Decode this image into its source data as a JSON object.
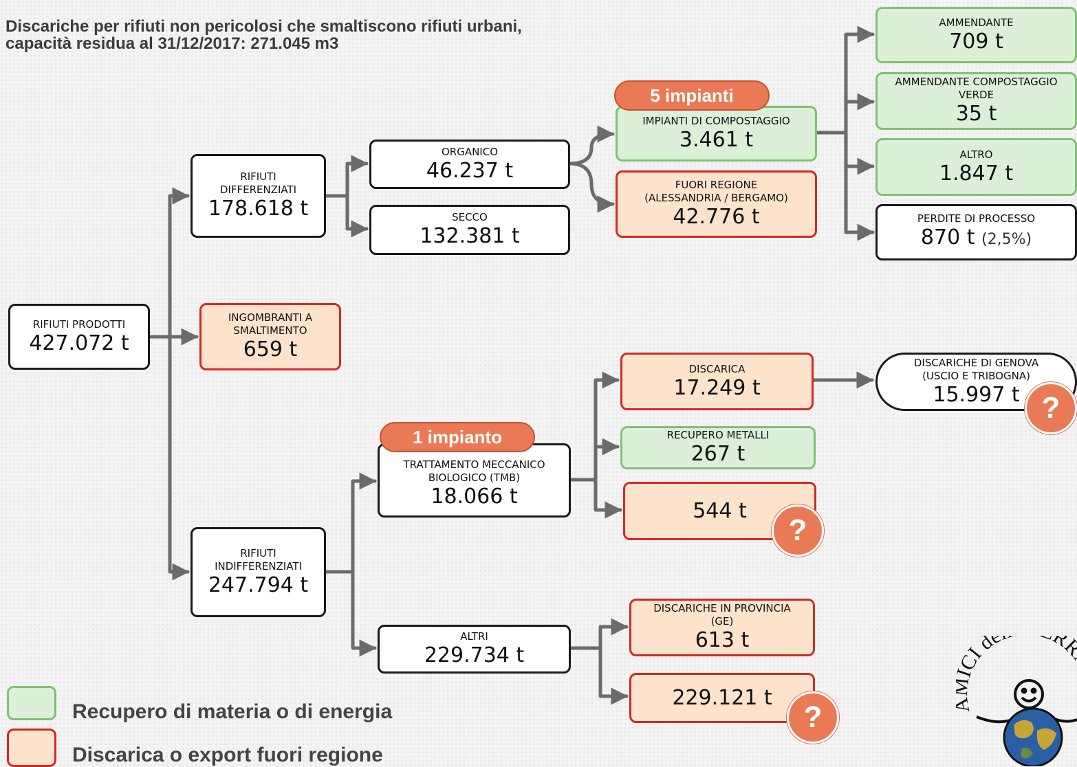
{
  "title": {
    "line1": "Discariche per rifiuti non pericolosi che smaltiscono rifiuti urbani,",
    "line2": "capacità residua al 31/12/2017: 271.045 m3"
  },
  "nodes": {
    "prodotti": {
      "label": "RIFIUTI PRODOTTI",
      "value": "427.072 t"
    },
    "differenziati": {
      "label": "RIFIUTI\nDIFFERENZIATI",
      "value": "178.618 t"
    },
    "ingombranti": {
      "label": "INGOMBRANTI A\nSMALTIMENTO",
      "value": "659 t"
    },
    "indifferenziati": {
      "label": "RIFIUTI\nINDIFFERENZIATI",
      "value": "247.794 t"
    },
    "organico": {
      "label": "ORGANICO",
      "value": "46.237 t"
    },
    "secco": {
      "label": "SECCO",
      "value": "132.381 t"
    },
    "compostaggio": {
      "label": "IMPIANTI DI COMPOSTAGGIO",
      "value": "3.461 t"
    },
    "fuori_regione": {
      "label": "FUORI REGIONE\n(ALESSANDRIA / BERGAMO)",
      "value": "42.776 t"
    },
    "ammendante": {
      "label": "AMMENDANTE",
      "value": "709 t"
    },
    "ammendante_verde": {
      "label": "AMMENDANTE COMPOSTAGGIO\nVERDE",
      "value": "35 t"
    },
    "altro": {
      "label": "ALTRO",
      "value": "1.847 t"
    },
    "perdite": {
      "label": "PERDITE DI PROCESSO",
      "value": "870 t",
      "pct": "(2,5%)"
    },
    "tmb": {
      "label": "TRATTAMENTO MECCANICO\nBIOLOGICO (TMB)",
      "value": "18.066 t"
    },
    "altri": {
      "label": "ALTRI",
      "value": "229.734 t"
    },
    "discarica": {
      "label": "DISCARICA",
      "value": "17.249 t"
    },
    "recupero_metalli": {
      "label": "RECUPERO METALLI",
      "value": "267 t"
    },
    "tmb_unknown": {
      "value": "544 t"
    },
    "discariche_genova": {
      "label": "DISCARICHE DI GENOVA\n(USCIO E TRIBOGNA)",
      "value": "15.997 t"
    },
    "discariche_provincia": {
      "label": "DISCARICHE IN PROVINCIA\n(GE)",
      "value": "613 t"
    },
    "altri_unknown": {
      "value": "229.121 t"
    }
  },
  "badges": {
    "compostaggio": "5 impianti",
    "tmb": "1 impianto",
    "unknown_mark": "?"
  },
  "legend": {
    "green": "Recupero di materia o di energia",
    "red": "Discarica o export fuori regione"
  },
  "logo": {
    "text": "AMICI della TERRA",
    "icons": [
      "smiley-icon",
      "globe-icon"
    ]
  },
  "colors": {
    "green_fill": "#dbefd9",
    "green_border": "#7ec36f",
    "red_fill": "#fde3cc",
    "red_border": "#cf2b25",
    "pill": "#ea7a55",
    "arrow": "#6b6b6b"
  }
}
